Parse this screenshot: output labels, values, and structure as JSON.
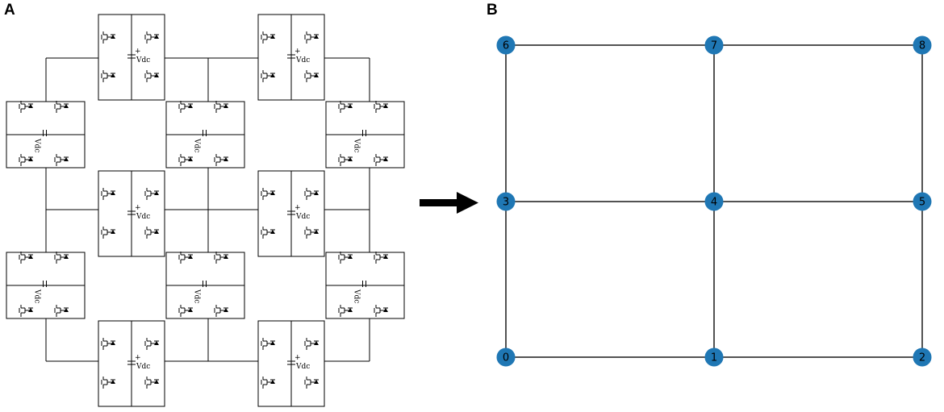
{
  "panels": {
    "a_label": "A",
    "b_label": "B"
  },
  "circuit": {
    "module_label": "Vdc",
    "vertical_modules": [
      {
        "id": "v-top-left"
      },
      {
        "id": "v-top-right"
      },
      {
        "id": "v-mid-left"
      },
      {
        "id": "v-mid-right"
      },
      {
        "id": "v-bot-left"
      },
      {
        "id": "v-bot-right"
      }
    ],
    "horizontal_modules": [
      {
        "id": "h-upper-left"
      },
      {
        "id": "h-upper-center"
      },
      {
        "id": "h-upper-right"
      },
      {
        "id": "h-lower-left"
      },
      {
        "id": "h-lower-center"
      },
      {
        "id": "h-lower-right"
      }
    ]
  },
  "arrow": {
    "name": "right-arrow-icon"
  },
  "graph": {
    "colors": {
      "node": "#1f77b4",
      "edge": "#1a1a1a"
    },
    "nodes": [
      {
        "id": "0",
        "label": "0"
      },
      {
        "id": "1",
        "label": "1"
      },
      {
        "id": "2",
        "label": "2"
      },
      {
        "id": "3",
        "label": "3"
      },
      {
        "id": "4",
        "label": "4"
      },
      {
        "id": "5",
        "label": "5"
      },
      {
        "id": "6",
        "label": "6"
      },
      {
        "id": "7",
        "label": "7"
      },
      {
        "id": "8",
        "label": "8"
      }
    ],
    "edges": [
      [
        "6",
        "7"
      ],
      [
        "7",
        "8"
      ],
      [
        "3",
        "4"
      ],
      [
        "4",
        "5"
      ],
      [
        "0",
        "1"
      ],
      [
        "1",
        "2"
      ],
      [
        "6",
        "3"
      ],
      [
        "3",
        "0"
      ],
      [
        "7",
        "4"
      ],
      [
        "4",
        "1"
      ],
      [
        "8",
        "5"
      ],
      [
        "5",
        "2"
      ]
    ]
  }
}
